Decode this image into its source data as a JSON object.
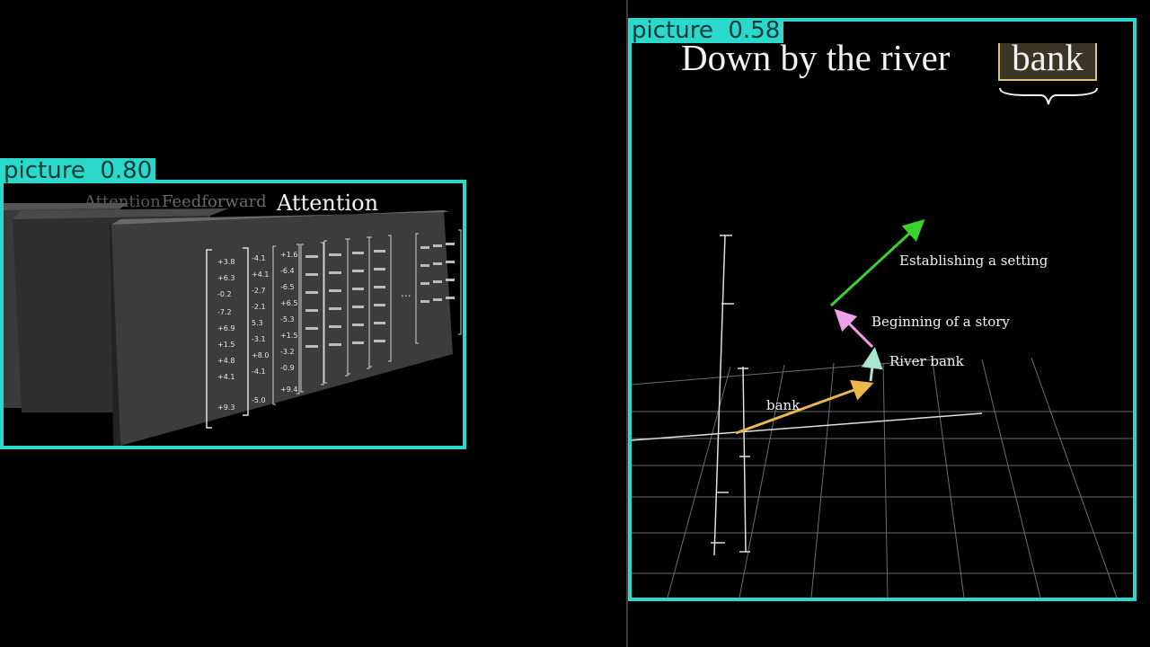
{
  "detections": [
    {
      "label": "picture",
      "score": "0.80"
    },
    {
      "label": "picture",
      "score": "0.58"
    }
  ],
  "left_panel": {
    "title": "Attention",
    "ghost_text_1": "Attention",
    "ghost_text_2": "Feedforward",
    "ellipsis": "...",
    "vector_values": [
      "+3.8",
      "+6.3",
      "-0.2",
      "-7.2",
      "+6.9",
      "+1.5",
      "+4.8",
      "+4.1",
      "+9.3"
    ],
    "vector_values_2": [
      "-4.1",
      "+4.1",
      "-2.7",
      "-2.1",
      "5.3",
      "-3.1",
      "+8.0",
      "-4.1",
      "-5.0"
    ],
    "vector_values_3": [
      "+1.6",
      "-6.4",
      "-6.5",
      "+6.5",
      "-5.3",
      "+1.5",
      "-3.2",
      "-0.9",
      "+9.4"
    ]
  },
  "right_panel": {
    "sentence_prefix": "Down by the river",
    "highlight_word": "bank",
    "vectors": [
      {
        "label": "bank",
        "color": "#e8b84a"
      },
      {
        "label": "River bank",
        "color": "#a8e6cf"
      },
      {
        "label": "Beginning of a story",
        "color": "#f0a0e8"
      },
      {
        "label": "Establishing a setting",
        "color": "#39d12f"
      }
    ]
  },
  "colors": {
    "detection": "#2ad8cc",
    "background": "#000000"
  }
}
